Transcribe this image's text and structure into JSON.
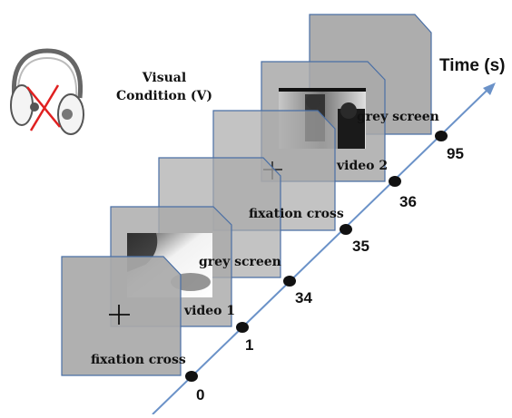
{
  "condition": {
    "line1": "Visual",
    "line2": "Condition (V)",
    "icon": "headphones-crossed-out-icon"
  },
  "timeline": {
    "title": "Time (s)",
    "ticks": [
      "0",
      "1",
      "34",
      "35",
      "36",
      "95"
    ]
  },
  "screens": [
    {
      "id": "fixation-cross-1",
      "label": "fixation cross"
    },
    {
      "id": "video-1",
      "label": "video 1"
    },
    {
      "id": "grey-screen-1",
      "label": "grey screen"
    },
    {
      "id": "fixation-cross-2",
      "label": "fixation cross"
    },
    {
      "id": "video-2",
      "label": "video 2"
    },
    {
      "id": "grey-screen-2",
      "label": "grey screen"
    }
  ],
  "colors": {
    "screen_fill": "#a9a9a9",
    "screen_border": "#4a6fa5",
    "axis": "#6b92c8",
    "tick_dot": "#111111"
  }
}
